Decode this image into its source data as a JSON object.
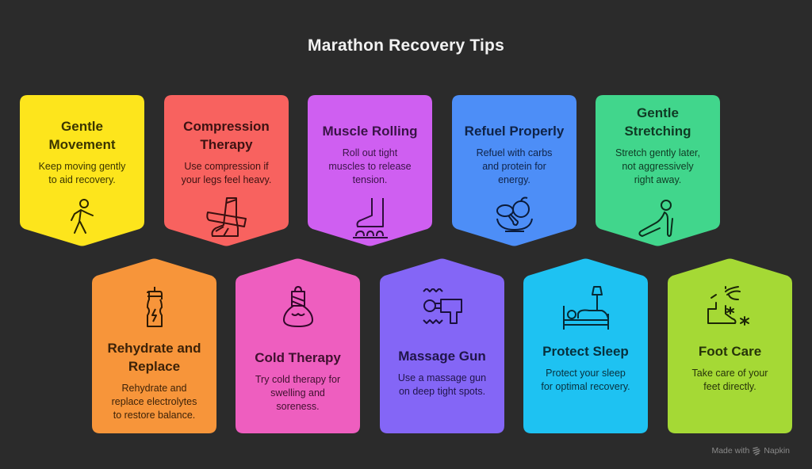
{
  "title": "Marathon Recovery Tips",
  "footer": {
    "prefix": "Made with",
    "brand": "Napkin",
    "brand_icon": "napkin-logo-icon"
  },
  "cards": [
    {
      "row": "top",
      "title": "Gentle Movement",
      "title_lines": [
        "Gentle",
        "Movement"
      ],
      "text_lines": [
        "Keep moving gently",
        "to aid recovery."
      ],
      "icon": "walking-person-icon",
      "color": "#fde51c",
      "text_color": "#3a3500"
    },
    {
      "row": "top",
      "title": "Compression Therapy",
      "title_lines": [
        "Compression",
        "Therapy"
      ],
      "text_lines": [
        "Use compression if",
        "your legs feel heavy."
      ],
      "icon": "bandaged-leg-icon",
      "color": "#f8625f",
      "text_color": "#3d1212"
    },
    {
      "row": "top",
      "title": "Muscle Rolling",
      "title_lines": [
        "Muscle Rolling"
      ],
      "text_lines": [
        "Roll out tight",
        "muscles to release",
        "tension."
      ],
      "icon": "foot-roller-icon",
      "color": "#cf5ff1",
      "text_color": "#3a1347"
    },
    {
      "row": "top",
      "title": "Refuel Properly",
      "title_lines": [
        "Refuel Properly"
      ],
      "text_lines": [
        "Refuel with carbs",
        "and protein for",
        "energy."
      ],
      "icon": "food-bowl-icon",
      "color": "#4d8ef7",
      "text_color": "#0f2347"
    },
    {
      "row": "top",
      "title": "Gentle Stretching",
      "title_lines": [
        "Gentle",
        "Stretching"
      ],
      "text_lines": [
        "Stretch gently later,",
        "not aggressively",
        "right away."
      ],
      "icon": "stretching-person-icon",
      "color": "#41d68c",
      "text_color": "#0f3a24"
    },
    {
      "row": "bottom",
      "title": "Rehydrate and Replace",
      "title_lines": [
        "Rehydrate and",
        "Replace"
      ],
      "text_lines": [
        "Rehydrate and",
        "replace electrolytes",
        "to restore balance."
      ],
      "icon": "electrolyte-bottle-icon",
      "color": "#f7953a",
      "text_color": "#3d2208"
    },
    {
      "row": "bottom",
      "title": "Cold Therapy",
      "title_lines": [
        "Cold Therapy"
      ],
      "text_lines": [
        "Try cold therapy for",
        "swelling and",
        "soreness."
      ],
      "icon": "ice-pack-icon",
      "color": "#ee5ebf",
      "text_color": "#40102f"
    },
    {
      "row": "bottom",
      "title": "Massage Gun",
      "title_lines": [
        "Massage Gun"
      ],
      "text_lines": [
        "Use a massage gun",
        "on deep tight spots."
      ],
      "icon": "massage-gun-icon",
      "color": "#8466f6",
      "text_color": "#20154a"
    },
    {
      "row": "bottom",
      "title": "Protect Sleep",
      "title_lines": [
        "Protect Sleep"
      ],
      "text_lines": [
        "Protect your sleep",
        "for optimal recovery."
      ],
      "icon": "person-in-bed-icon",
      "color": "#1ec2f2",
      "text_color": "#07303d"
    },
    {
      "row": "bottom",
      "title": "Foot Care",
      "title_lines": [
        "Foot Care"
      ],
      "text_lines": [
        "Take care of your",
        "feet directly."
      ],
      "icon": "foot-care-icon",
      "color": "#a5d935",
      "text_color": "#263309"
    }
  ]
}
